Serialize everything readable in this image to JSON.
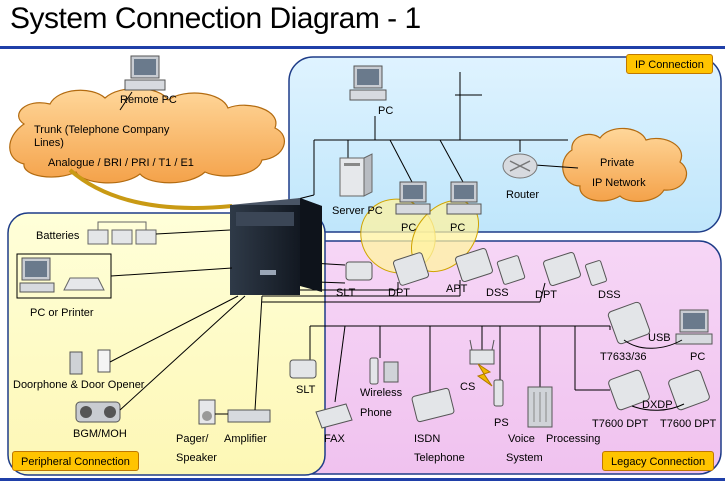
{
  "header": {
    "title": "System Connection Diagram - 1"
  },
  "zones": {
    "ip": "IP Connection",
    "peripheral": "Peripheral Connection",
    "legacy": "Legacy Connection"
  },
  "trunk": {
    "cloud_label": "Trunk (Telephone Company Lines)",
    "cloud_label_line1": "Trunk (Telephone Company",
    "cloud_label_line2": "Lines)",
    "types": "Analogue / BRI / PRI / T1 / E1"
  },
  "ip_devices": {
    "remote_pc": "Remote PC",
    "pc_top": "PC",
    "server_pc": "Server PC",
    "pc_a": "PC",
    "pc_b": "PC",
    "router": "Router",
    "private_network_line1": "Private",
    "private_network_line2": "IP Network"
  },
  "peripheral_devices": {
    "batteries": "Batteries",
    "pc_or_printer": "PC or Printer",
    "doorphone": "Doorphone & Door Opener",
    "bgm": "BGM/MOH",
    "pager_line1": "Pager/",
    "pager_line2": "Speaker",
    "amplifier": "Amplifier"
  },
  "legacy_devices": {
    "slt_top": "SLT",
    "dpt_top": "DPT",
    "apt": "APT",
    "dss_a": "DSS",
    "dpt_b": "DPT",
    "dss_b": "DSS",
    "usb": "USB",
    "t7633": "T7633/36",
    "pc_right": "PC",
    "slt_bottom": "SLT",
    "fax": "FAX",
    "wireless_line1": "Wireless",
    "wireless_line2": "Phone",
    "cs": "CS",
    "ps": "PS",
    "isdn_line1": "ISDN",
    "isdn_line2": "Telephone",
    "voice_line1": "Voice",
    "voice_line2": "System",
    "processing": "Processing",
    "dxdp": "DXDP",
    "t7600_a": "T7600 DPT",
    "t7600_b": "T7600 DPT"
  }
}
